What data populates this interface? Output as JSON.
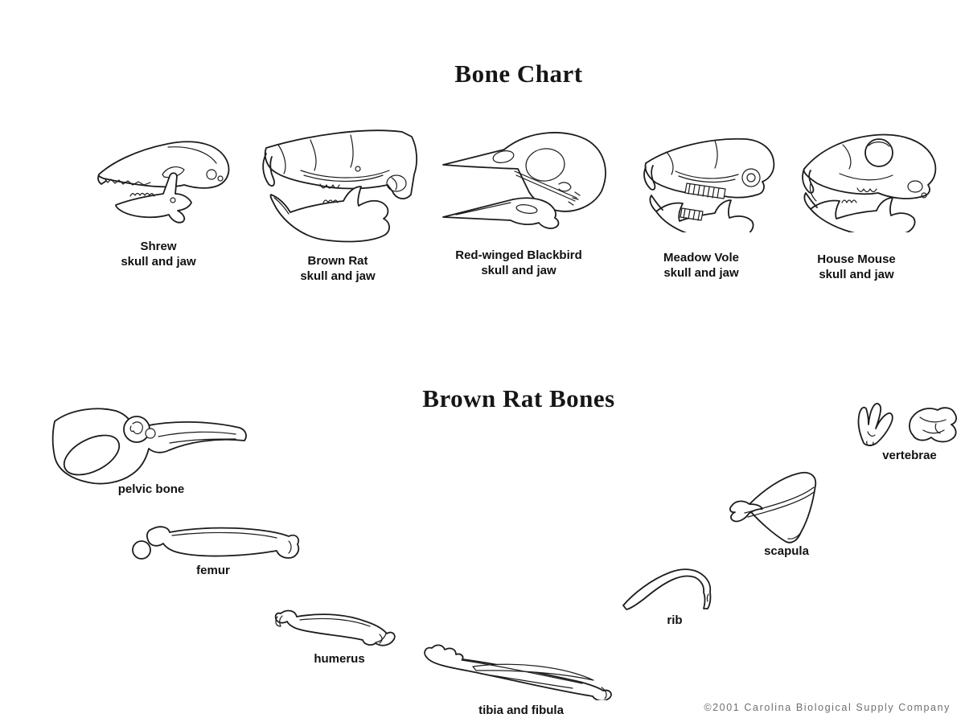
{
  "page": {
    "background": "#ffffff",
    "ink_color": "#1c1c1c",
    "label_color": "#111111",
    "muted_color": "#6f6f6f"
  },
  "bone_chart": {
    "title": "Bone Chart",
    "specimens": [
      {
        "name": "Shrew",
        "part": "skull and jaw"
      },
      {
        "name": "Brown Rat",
        "part": "skull and jaw"
      },
      {
        "name": "Red-winged Blackbird",
        "part": "skull and jaw"
      },
      {
        "name": "Meadow Vole",
        "part": "skull and jaw"
      },
      {
        "name": "House Mouse",
        "part": "skull and jaw"
      }
    ]
  },
  "brown_rat_bones": {
    "title": "Brown Rat Bones",
    "bones": [
      {
        "label": "pelvic bone"
      },
      {
        "label": "femur"
      },
      {
        "label": "humerus"
      },
      {
        "label": "tibia and fibula"
      },
      {
        "label": "rib"
      },
      {
        "label": "scapula"
      },
      {
        "label": "vertebrae"
      }
    ]
  },
  "footer": {
    "copyright": "©2001 Carolina Biological Supply Company"
  }
}
